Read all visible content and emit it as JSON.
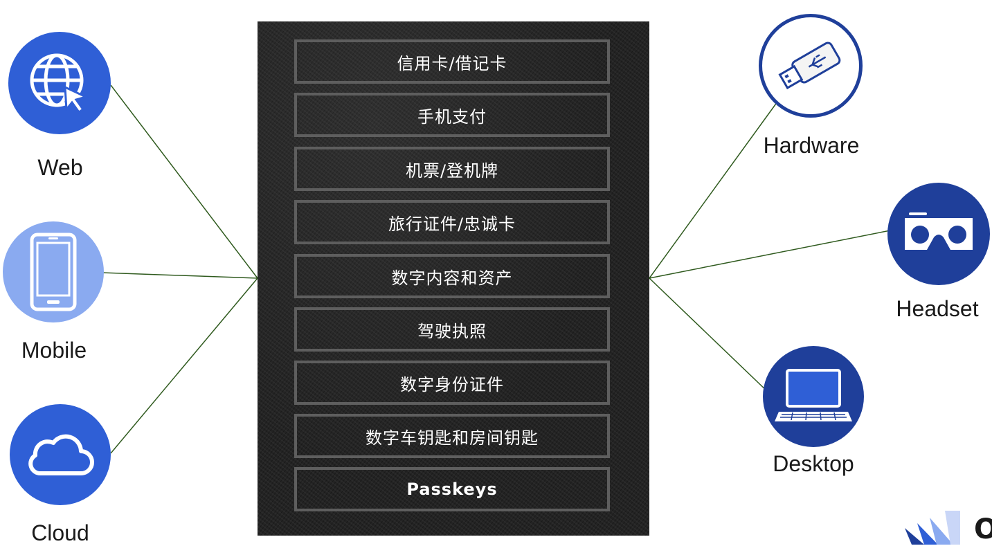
{
  "wallet": {
    "items": [
      {
        "label": "信用卡/借记卡"
      },
      {
        "label": "手机支付"
      },
      {
        "label": "机票/登机牌"
      },
      {
        "label": "旅行证件/忠诚卡"
      },
      {
        "label": "数字内容和资产"
      },
      {
        "label": "驾驶执照"
      },
      {
        "label": "数字身份证件"
      },
      {
        "label": "数字车钥匙和房间钥匙"
      },
      {
        "label": "Passkeys"
      }
    ]
  },
  "left_nodes": [
    {
      "label": "Web",
      "icon": "globe-cursor-icon",
      "color": "#2f5fd6"
    },
    {
      "label": "Mobile",
      "icon": "smartphone-icon",
      "color": "#8aaaf0"
    },
    {
      "label": "Cloud",
      "icon": "cloud-icon",
      "color": "#2f5fd6"
    }
  ],
  "right_nodes": [
    {
      "label": "Hardware",
      "icon": "usb-key-icon",
      "color": "#1f3f9a"
    },
    {
      "label": "Headset",
      "icon": "vr-headset-icon",
      "color": "#1f3f9a"
    },
    {
      "label": "Desktop",
      "icon": "laptop-icon",
      "color": "#1f3f9a"
    }
  ],
  "logo": {
    "text": "O"
  },
  "colors": {
    "connector": "#2f5a1e",
    "wallet_border": "#5e5e5e"
  }
}
